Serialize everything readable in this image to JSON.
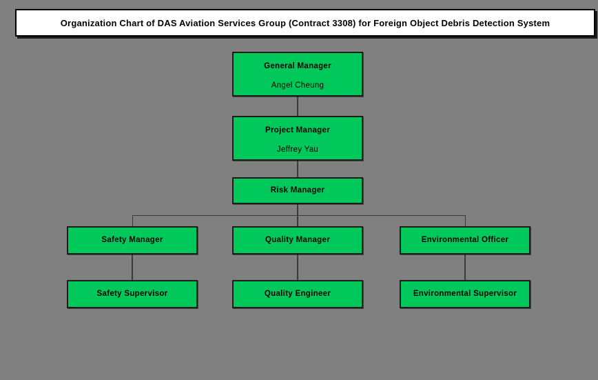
{
  "banner": {
    "text": "Organization Chart of DAS Aviation Services Group (Contract 3308) for Foreign Object Debris Detection System"
  },
  "colors": {
    "background": "#808080",
    "banner_fill": "#FFFFFF",
    "banner_border": "#000000",
    "node_fill": "#00C85A",
    "node_border": "#1C1C1C",
    "connector": "#3A3A3A",
    "text": "#000000"
  },
  "chart": {
    "type": "organization-chart",
    "nodes": [
      {
        "id": "general-manager",
        "title": "General Manager",
        "name": "Angel Cheung"
      },
      {
        "id": "project-manager",
        "title": "Project Manager",
        "name": "Jeffrey Yau"
      },
      {
        "id": "risk-manager",
        "title": "Risk Manager"
      },
      {
        "id": "safety-manager",
        "title": "Safety Manager"
      },
      {
        "id": "quality-manager",
        "title": "Quality Manager"
      },
      {
        "id": "environmental-officer",
        "title": "Environmental Officer"
      },
      {
        "id": "safety-supervisor",
        "title": "Safety Supervisor"
      },
      {
        "id": "quality-engineer",
        "title": "Quality Engineer"
      },
      {
        "id": "environmental-supervisor",
        "title": "Environmental Supervisor"
      }
    ],
    "edges": [
      [
        "General Manager",
        "Project Manager"
      ],
      [
        "Project Manager",
        "Risk Manager"
      ],
      [
        "Risk Manager",
        "Safety Manager"
      ],
      [
        "Risk Manager",
        "Quality Manager"
      ],
      [
        "Risk Manager",
        "Environmental Officer"
      ],
      [
        "Safety Manager",
        "Safety Supervisor"
      ],
      [
        "Quality Manager",
        "Quality Engineer"
      ],
      [
        "Environmental Officer",
        "Environmental Supervisor"
      ]
    ]
  }
}
